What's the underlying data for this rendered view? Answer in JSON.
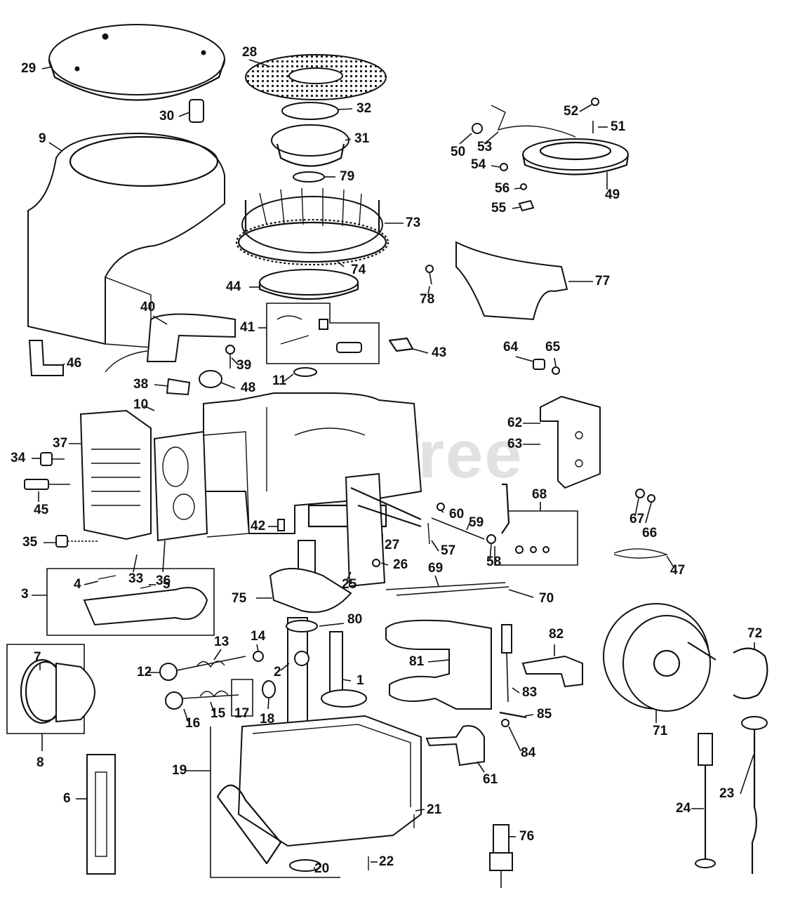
{
  "watermark": "PartsTree",
  "callouts": [
    "1",
    "2",
    "3",
    "4",
    "5",
    "6",
    "7",
    "8",
    "9",
    "10",
    "11",
    "12",
    "13",
    "14",
    "15",
    "16",
    "17",
    "18",
    "19",
    "20",
    "21",
    "22",
    "23",
    "24",
    "25",
    "26",
    "27",
    "28",
    "29",
    "30",
    "31",
    "32",
    "33",
    "34",
    "35",
    "36",
    "37",
    "38",
    "39",
    "40",
    "41",
    "42",
    "43",
    "44",
    "45",
    "46",
    "47",
    "48",
    "49",
    "50",
    "51",
    "52",
    "53",
    "54",
    "55",
    "56",
    "57",
    "58",
    "59",
    "60",
    "61",
    "62",
    "63",
    "64",
    "65",
    "66",
    "67",
    "68",
    "69",
    "70",
    "71",
    "72",
    "73",
    "74",
    "75",
    "76",
    "77",
    "78",
    "79",
    "80",
    "81",
    "82",
    "83",
    "84",
    "85"
  ],
  "colors": {
    "ink": "#111111",
    "paper": "#ffffff",
    "watermark": "#c8c8c8"
  }
}
